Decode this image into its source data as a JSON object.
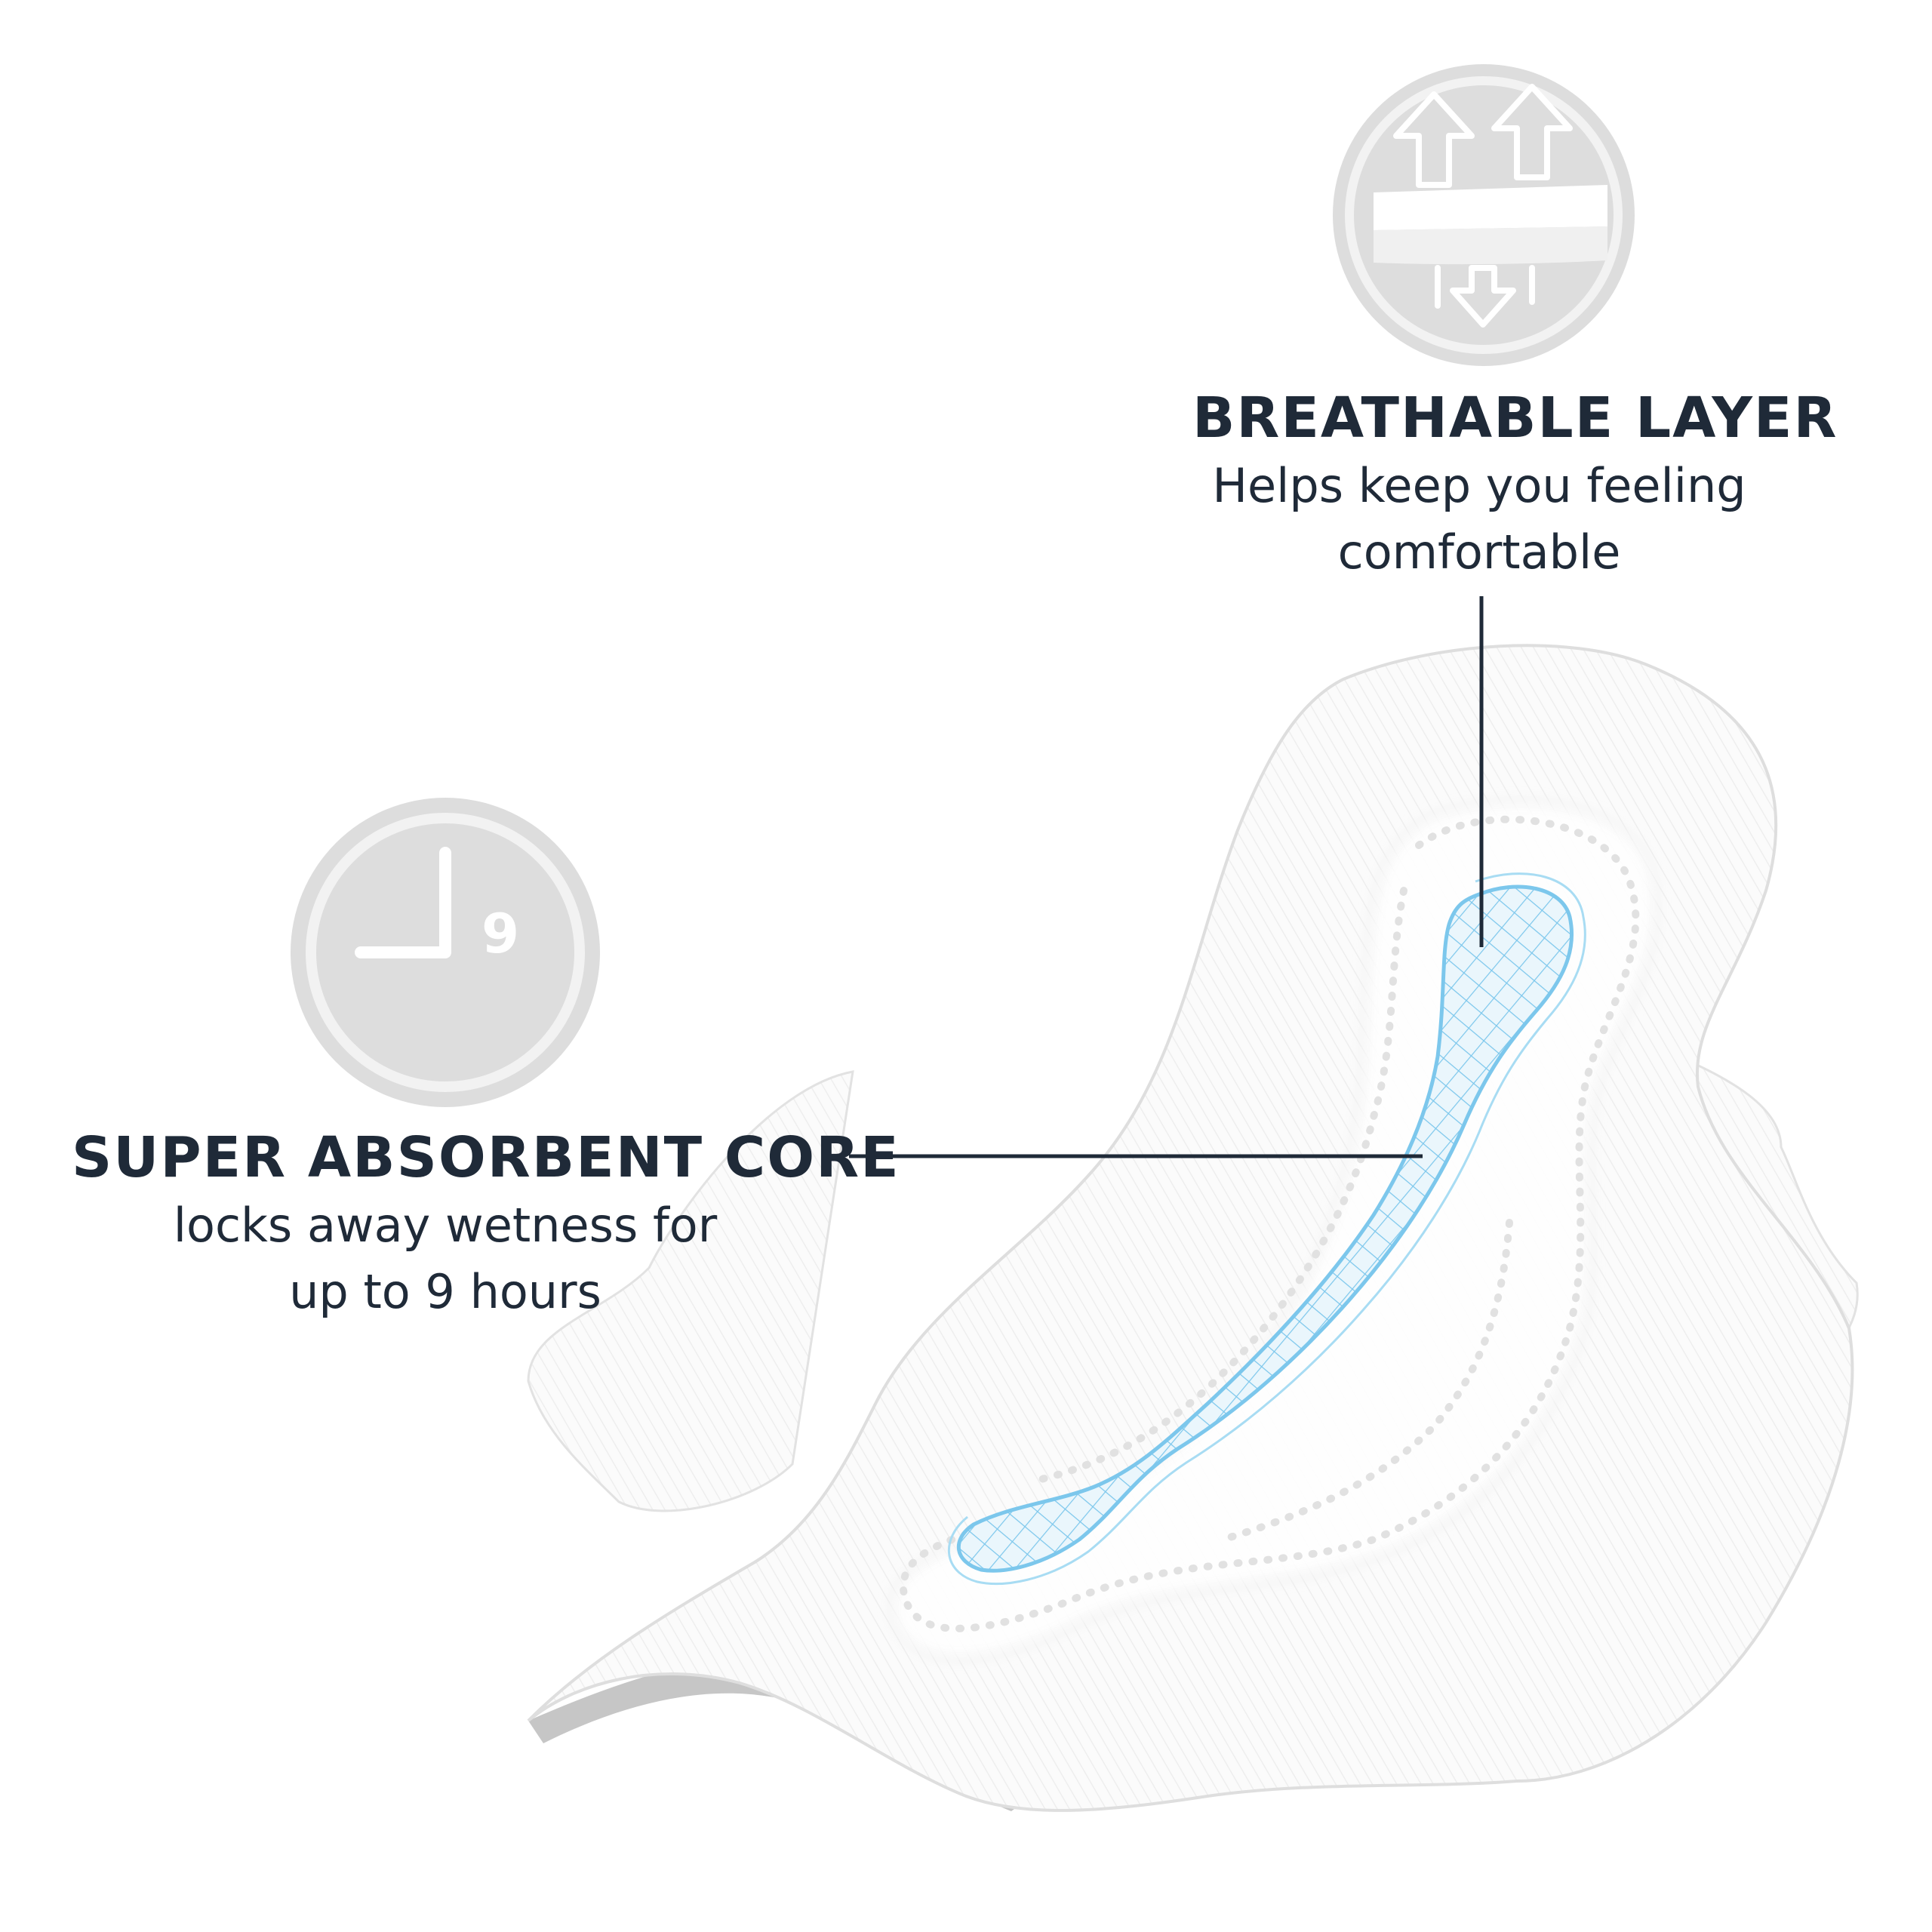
{
  "features": [
    {
      "id": "breathable-layer",
      "heading": "BREATHABLE LAYER",
      "description_lines": [
        "Helps keep you feeling",
        "comfortable"
      ],
      "icon": "breathable-arrows-icon"
    },
    {
      "id": "super-absorbent-core",
      "heading": "SUPER ABSORBENT CORE",
      "description_lines": [
        "locks away wetness for",
        "up to 9 hours"
      ],
      "icon": "clock-icon",
      "icon_label": "9"
    }
  ],
  "colors": {
    "text": "#1f2a38",
    "icon_gray": "#dcdcdc",
    "pad_white": "#ffffff",
    "pad_shadow": "#c9c9c9",
    "core_blue": "#7cc7ec",
    "leader_line": "#1f2a38"
  }
}
